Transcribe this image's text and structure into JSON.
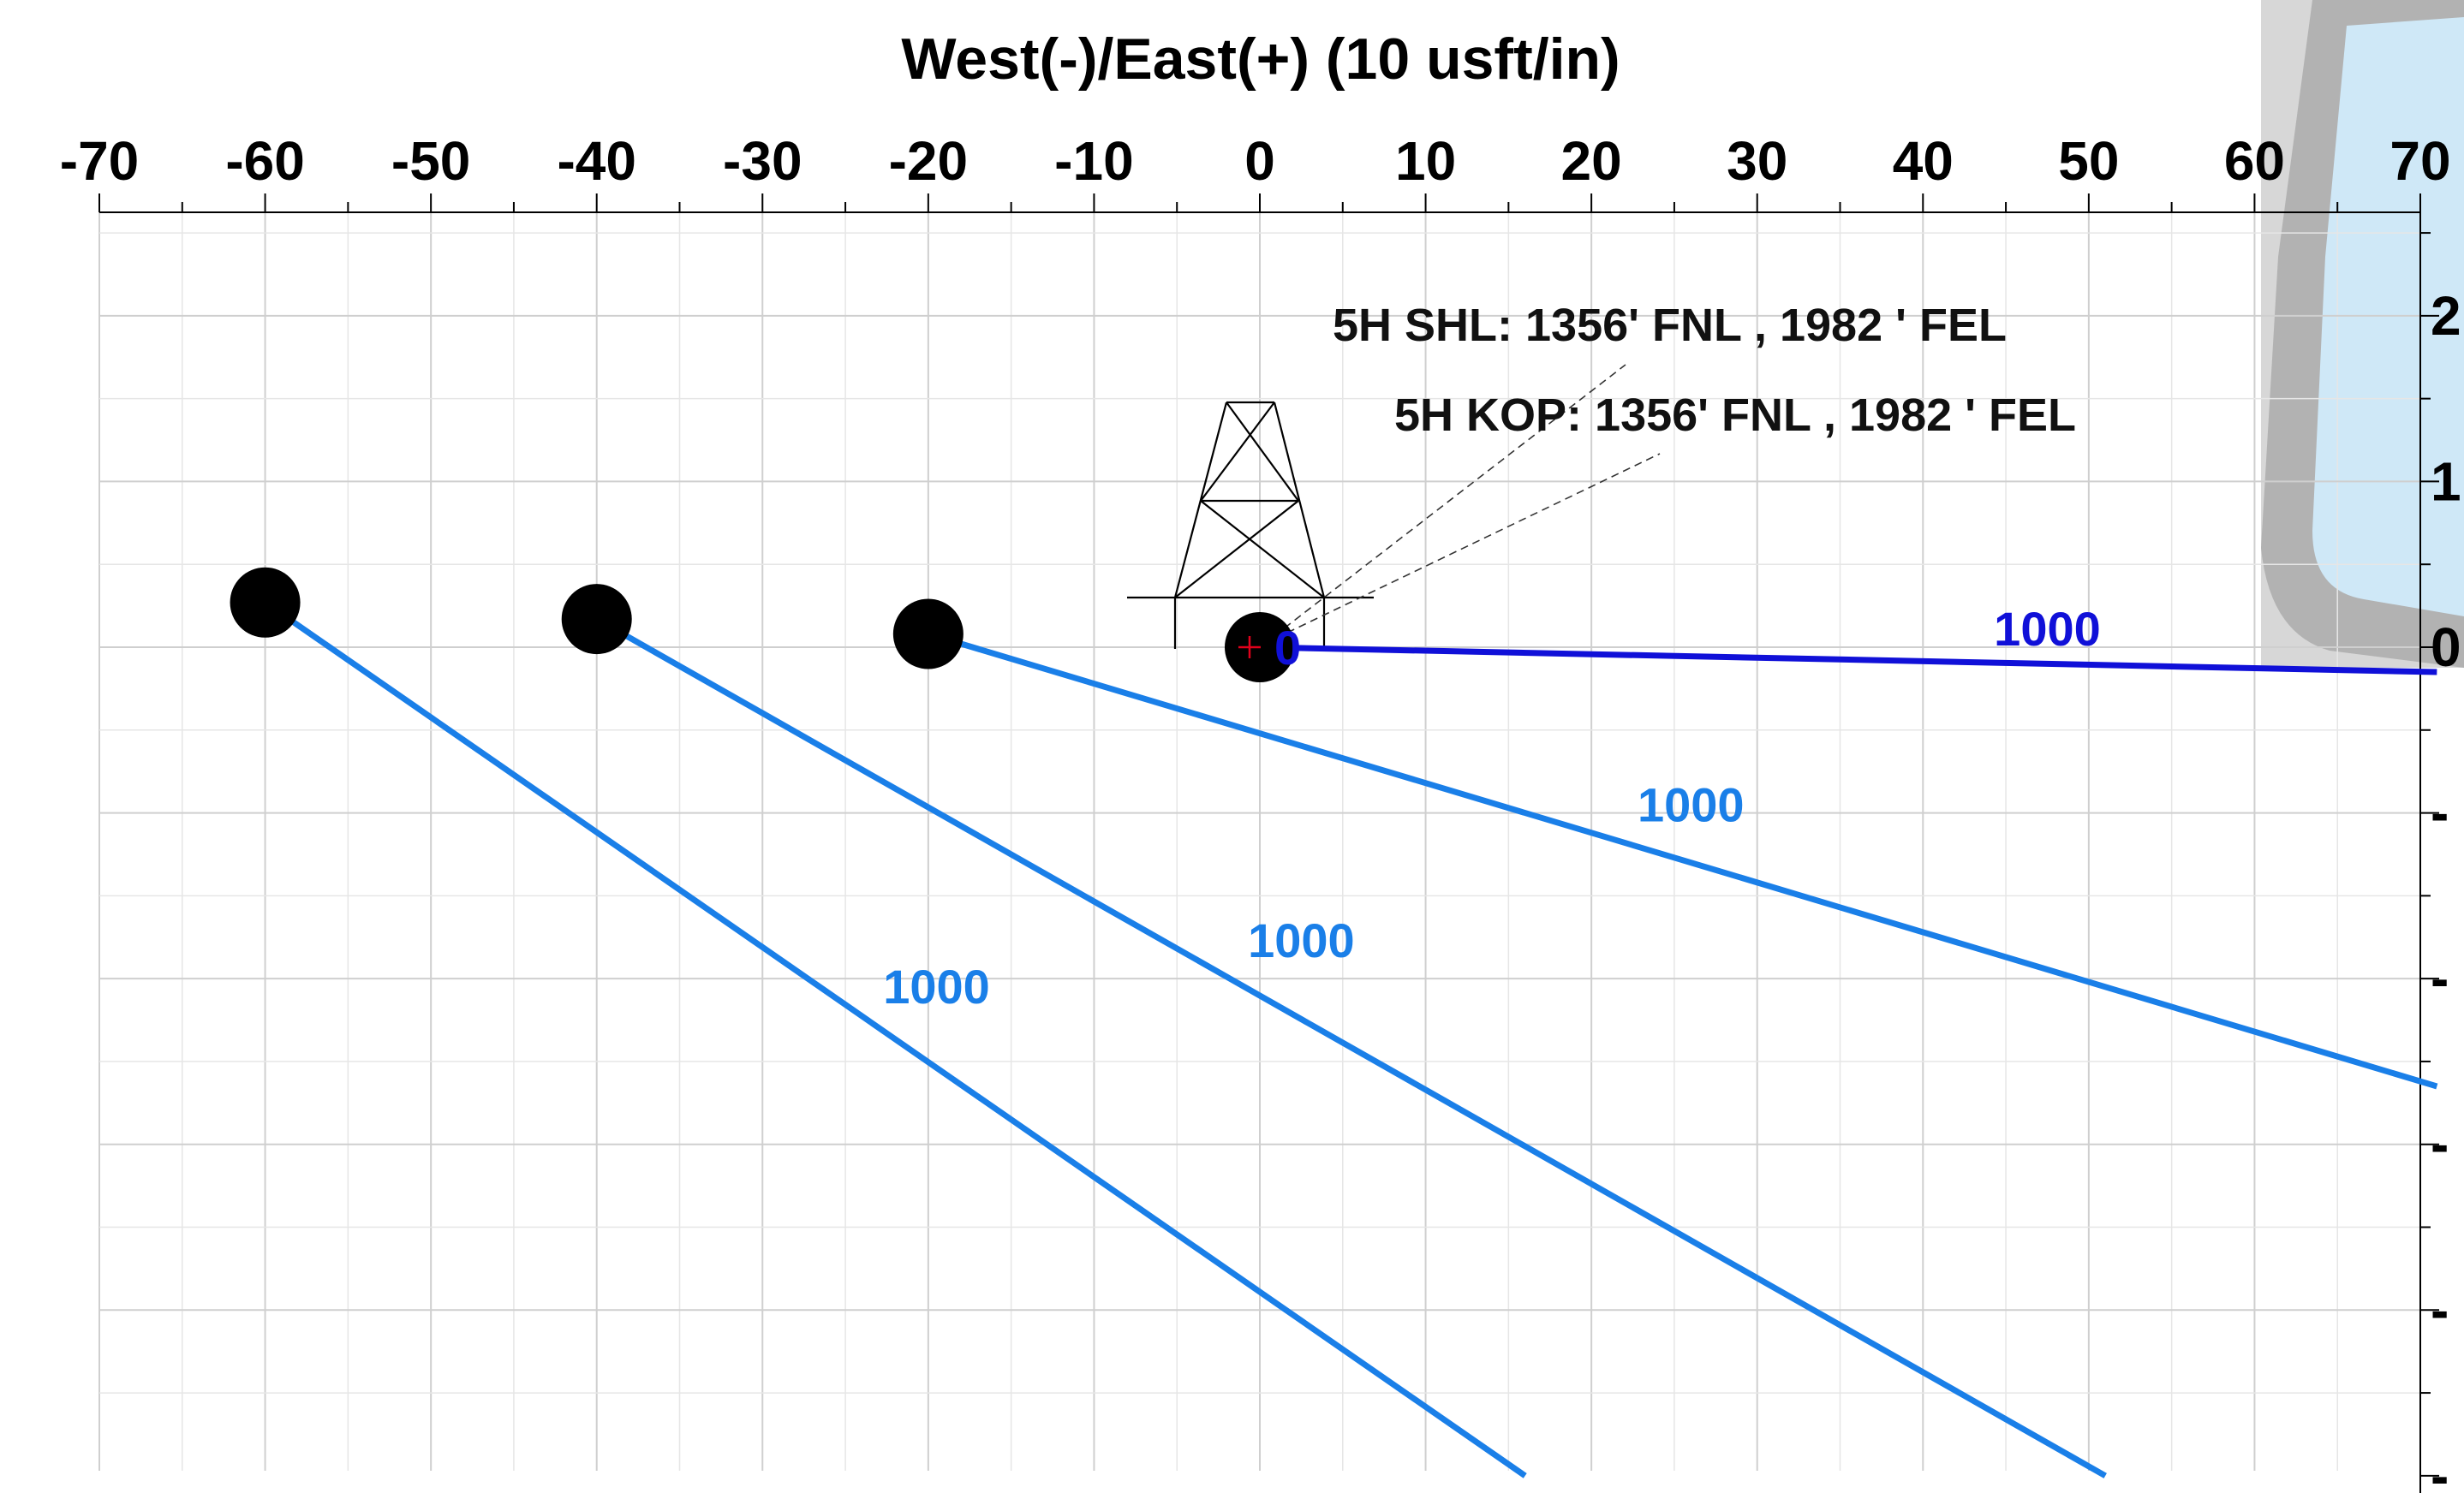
{
  "chart_data": {
    "type": "line",
    "title": "",
    "xlabel": "West(-)/East(+) (10 usft/in)",
    "ylabel": "",
    "xlim": [
      -70,
      70
    ],
    "ylim": [
      -50,
      25
    ],
    "x_ticks": [
      "-70",
      "-60",
      "-50",
      "-40",
      "-30",
      "-20",
      "-10",
      "0",
      "10",
      "20",
      "30",
      "40",
      "50",
      "60",
      "70"
    ],
    "y_ticks_partial": [
      "2",
      "1",
      "0",
      "-",
      "-",
      "-",
      "-",
      "-"
    ],
    "grid": true,
    "series": [
      {
        "color": "#1a7fe8",
        "x": [
          -60,
          16
        ],
        "y": [
          2.7,
          -50
        ],
        "depth_label": "1000",
        "label_at": [
          -19.5,
          -21.5
        ]
      },
      {
        "color": "#1a7fe8",
        "x": [
          -40,
          51
        ],
        "y": [
          1.7,
          -50
        ],
        "depth_label": "1000",
        "label_at": [
          2.5,
          -18.7
        ]
      },
      {
        "color": "#1a7fe8",
        "x": [
          -20,
          71
        ],
        "y": [
          0.8,
          -26.5
        ],
        "depth_label": "1000",
        "label_at": [
          26,
          -10.5
        ]
      },
      {
        "color": "#1010d8",
        "x": [
          0,
          71
        ],
        "y": [
          0,
          -1.5
        ],
        "depth_label": "1000",
        "label_at": [
          47.5,
          0.1
        ]
      }
    ],
    "wellheads": [
      {
        "x": -60,
        "y": 2.7
      },
      {
        "x": -40,
        "y": 1.7
      },
      {
        "x": -20,
        "y": 0.8
      },
      {
        "x": 0,
        "y": 0
      }
    ],
    "origin_label": "0",
    "annotations": [
      {
        "text": "5H SHL: 1356' FNL , 1982 ' FEL"
      },
      {
        "text": "5H KOP: 1356' FNL , 1982 ' FEL"
      }
    ]
  }
}
